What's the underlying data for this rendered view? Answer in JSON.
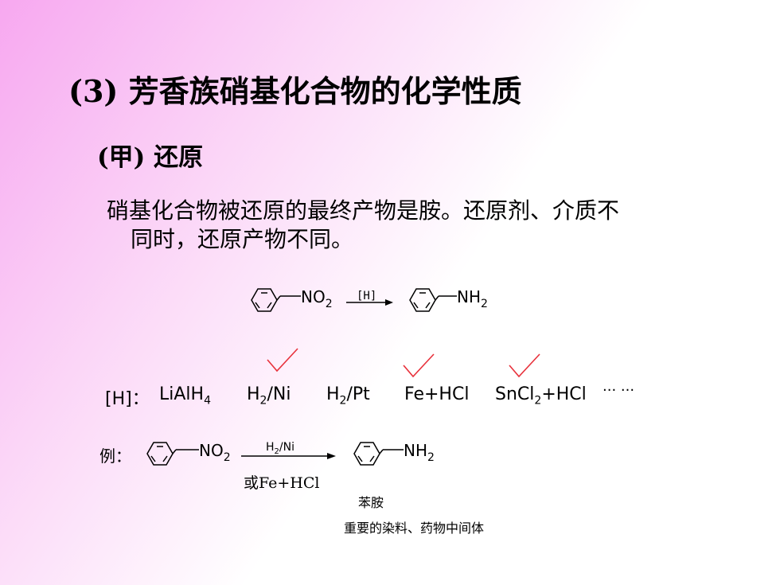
{
  "section_title": "(3) 芳香族硝基化合物的化学性质",
  "subsection": "(甲)   还原",
  "paragraph_line1": "硝基化合物被还原的最终产物是胺。还原剂、介质不",
  "paragraph_line2": "同时，还原产物不同。",
  "reaction": {
    "reactant_group": "NO",
    "reactant_sub": "2",
    "arrow_label": "[H]",
    "product_group": "NH",
    "product_sub": "2"
  },
  "reagents": {
    "label": "[H]：",
    "lialh4_main": "LiAlH",
    "lialh4_sub": "4",
    "h2ni_a": "H",
    "h2ni_sub": "2",
    "h2ni_b": "/Ni",
    "h2pt_a": "H",
    "h2pt_sub": "2",
    "h2pt_b": "/Pt",
    "fehcl": "Fe+HCl",
    "sncl2_a": "SnCl",
    "sncl2_sub": "2",
    "sncl2_b": "+HCl",
    "ellipsis": "··· ···"
  },
  "example": {
    "label": "例：",
    "reactant_group": "NO",
    "reactant_sub": "2",
    "reagent_above_a": "H",
    "reagent_above_sub": "2",
    "reagent_above_b": "/Ni",
    "reagent_below": "或Fe+HCl",
    "product_group": "NH",
    "product_sub": "2",
    "product_name": "苯胺",
    "product_note": "重要的染料、药物中间体"
  },
  "colors": {
    "checkmark": "#e8323c",
    "background_accent": "#f7a8f0"
  }
}
